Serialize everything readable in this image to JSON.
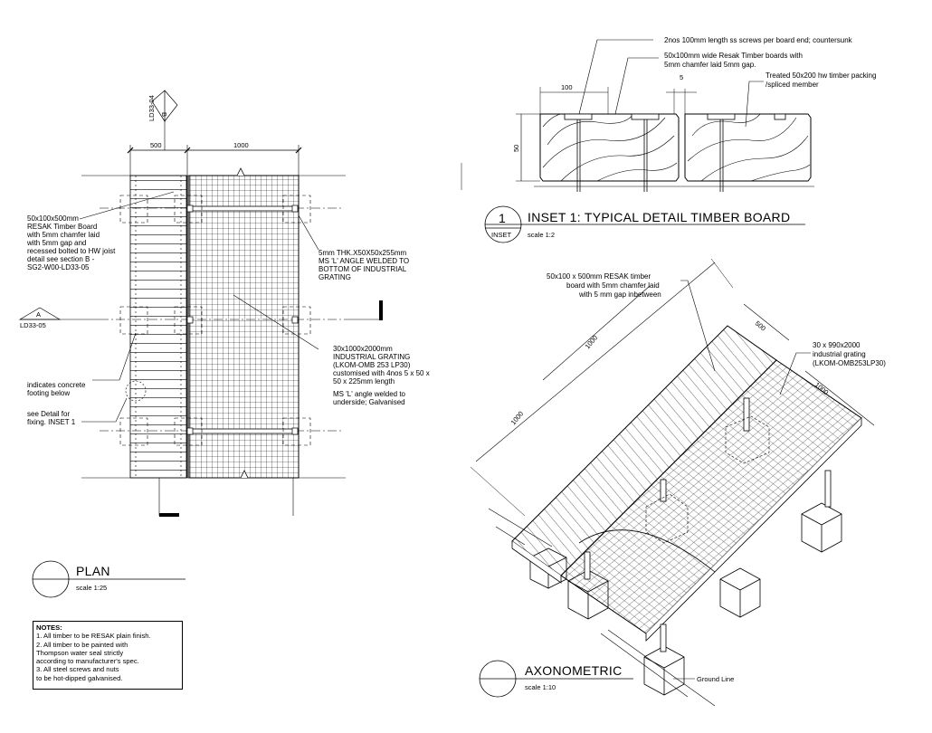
{
  "plan": {
    "title": "PLAN",
    "scale": "scale 1:25",
    "dim_left": "500",
    "dim_right": "1000",
    "section_b_letter": "B",
    "section_b_ref": "LD33-04",
    "section_a_letter": "A",
    "section_a_ref": "LD33-05",
    "callout_timber": [
      "50x100x500mm",
      "RESAK Timber Board",
      "with 5mm chamfer laid",
      "with 5mm gap and",
      "recessed bolted to HW joist",
      "detail see section B -",
      "SG2-W00-LD33-05"
    ],
    "callout_angle": [
      "5mm THK.X50X50x255mm",
      "MS 'L' ANGLE WELDED TO",
      "BOTTOM OF INDUSTRIAL",
      "GRATING"
    ],
    "callout_grating": [
      "30x1000x2000mm",
      "INDUSTRIAL GRATING",
      "(LKOM-OMB 253 LP30)",
      "customised with 4nos 5 x 50 x",
      "50 x 225mm length",
      "MS  'L' angle  welded to",
      "underside; Galvanised"
    ],
    "callout_footing": [
      "indicates concrete",
      "footing below"
    ],
    "callout_detail": [
      "see Detail  for",
      "fixing. INSET 1"
    ]
  },
  "notes": {
    "heading": "NOTES:",
    "lines": [
      "1. All timber to be RESAK plain finish.",
      "2. All timber to be painted with",
      "Thompson water seal strictly",
      "according to manufacturer's spec.",
      "3. All steel screws and nuts",
      "to be hot-dipped galvanised."
    ]
  },
  "inset": {
    "number": "1",
    "tag": "INSET",
    "title": "INSET 1: TYPICAL DETAIL TIMBER BOARD",
    "scale": "scale 1:2",
    "dim_100": "100",
    "dim_5": "5",
    "dim_50": "50",
    "note_screws": "2nos 100mm length ss screws  per board end; countersunk",
    "note_boards": [
      "50x100mm wide Resak Timber boards with",
      "5mm chamfer laid 5mm gap."
    ],
    "note_packing": [
      "Treated 50x200 hw timber packing",
      "/spliced member"
    ]
  },
  "axo": {
    "title": "AXONOMETRIC",
    "scale": "scale 1:10",
    "note_timber": [
      "50x100 x 500mm RESAK timber",
      "board with 5mm chamfer laid",
      "with 5 mm gap inbetween"
    ],
    "note_grating": [
      "30 x 990x2000",
      "industrial grating",
      "(LKOM-OMB253LP30)"
    ],
    "dim_1000_a": "1000",
    "dim_1000_b": "1000",
    "dim_1000_c": "1000",
    "dim_500": "500",
    "ground": "Ground Line"
  }
}
